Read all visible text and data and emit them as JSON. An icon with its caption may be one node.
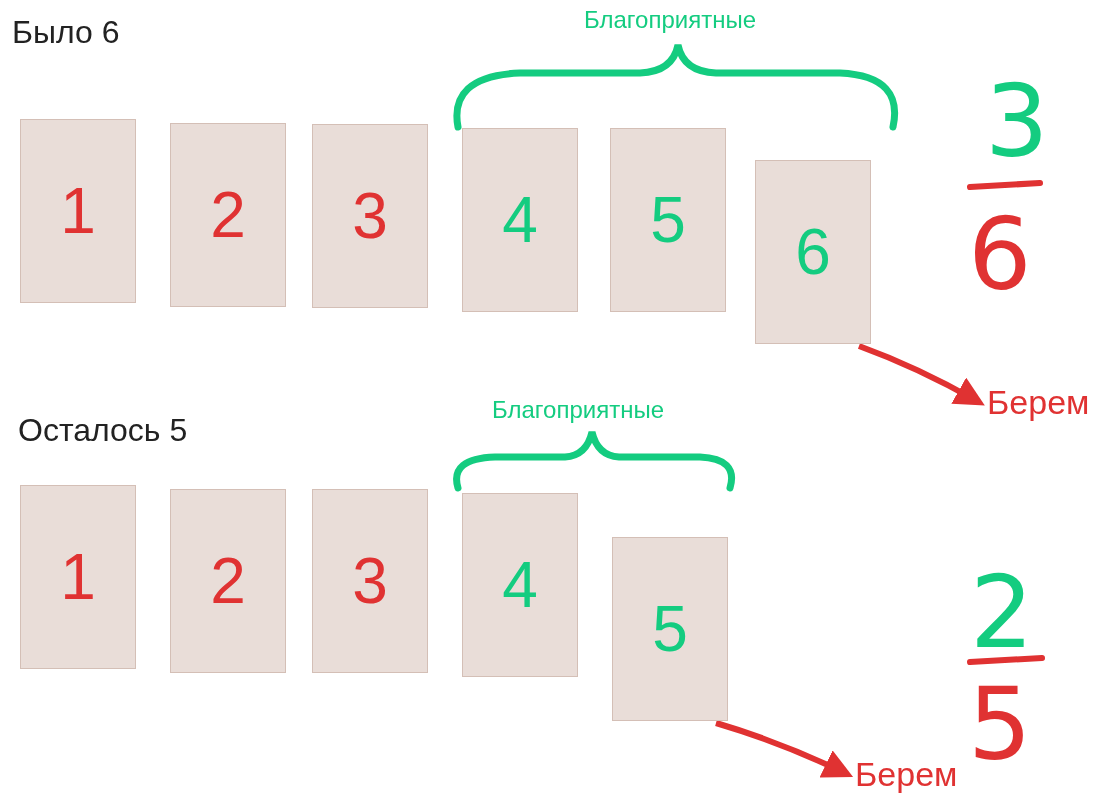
{
  "diagram": {
    "nodes": [
      {
        "text": [
          "1"
        ]
      },
      {
        "text": [
          "2"
        ]
      },
      {
        "text": [
          "3"
        ]
      },
      {
        "text": [
          "4"
        ]
      },
      {
        "text": [
          "5"
        ]
      },
      {
        "text": [
          "6"
        ]
      },
      {
        "text": [
          "Берем"
        ]
      },
      {
        "text": [
          "1"
        ]
      },
      {
        "text": [
          "2"
        ]
      },
      {
        "text": [
          "3"
        ]
      },
      {
        "text": [
          "4"
        ]
      },
      {
        "text": [
          "5"
        ]
      },
      {
        "text": [
          "Берем"
        ]
      }
    ],
    "edges": [
      {
        "from": 5,
        "to": 6,
        "arrow": "to"
      },
      {
        "from": 11,
        "to": 12,
        "arrow": "to"
      }
    ],
    "labels": [
      "Было 6",
      "Благоприятные",
      "3",
      "6",
      "Осталось 5",
      "Благоприятные",
      "2",
      "5"
    ]
  }
}
